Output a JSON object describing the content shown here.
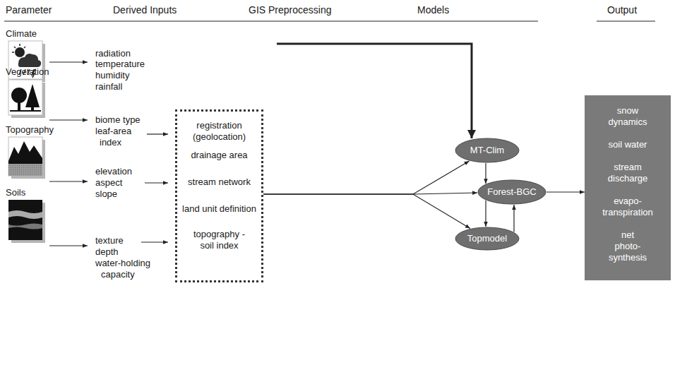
{
  "diagram": {
    "nodes": [
      {
        "text": [
          "registration (geolocation)",
          "drainage area",
          "stream network",
          "land unit definition",
          "topography - soil index"
        ]
      },
      {
        "text": [
          "MT-Clim"
        ]
      },
      {
        "text": [
          "Forest-BGC"
        ]
      },
      {
        "text": [
          "Topmodel"
        ]
      },
      {
        "text": [
          "snow dynamics",
          "soil water",
          "stream discharge",
          "evapo- transpiration",
          "net photo- synthesis"
        ]
      }
    ],
    "edges": [
      {
        "from": 0,
        "to": 1,
        "arrow": "to"
      },
      {
        "from": 0,
        "to": 2,
        "arrow": "to"
      },
      {
        "from": 0,
        "to": 3,
        "arrow": "to"
      },
      {
        "from": 1,
        "to": 2,
        "arrow": "to"
      },
      {
        "from": 2,
        "to": 3,
        "arrow": "to"
      },
      {
        "from": 3,
        "to": 2,
        "arrow": "to"
      },
      {
        "from": 2,
        "to": 4,
        "arrow": "to"
      }
    ],
    "labels": [
      "Parameter",
      "Derived Inputs",
      "GIS Preprocessing",
      "Models",
      "Output",
      "Climate",
      "radiation",
      "temperature",
      "humidity",
      "rainfall",
      "Vegetation",
      "biome type",
      "leaf-area index",
      "Topography",
      "elevation",
      "aspect",
      "slope",
      "Soils",
      "texture",
      "depth",
      "water-holding capacity"
    ]
  }
}
